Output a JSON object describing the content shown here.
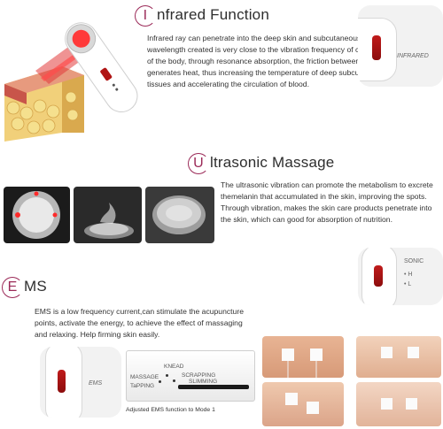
{
  "infrared": {
    "title_cap": "I",
    "title_rest": "nfrared Function",
    "text": "Infrared ray can penetrate into the deep skin and subcutaneous tissues. The wavelength created is very close to the vibration frequency of cell molecules of the body, through resonance absorption, the friction between molecules generates heat, thus increasing the temperature of deep subcutaneous tissues and accelerating the circulation of blood.",
    "device_label": "INFRARED"
  },
  "ultrasonic": {
    "title_cap": "U",
    "title_rest": "ltrasonic Massage",
    "text": "The ultrasonic vibration can promote the metabolism to excrete themelanin that accumulated in the skin, improving the spots. Through vibration, makes the skin care products penetrate into the skin, which can good for absorption of nutrition.",
    "device_label": "SONIC",
    "level_high": "H",
    "level_low": "L"
  },
  "ems": {
    "title_cap": "E",
    "title_rest": "MS",
    "text": "EMS is a low frequency current,can stimulate the acupuncture points, activate the energy, to achieve the effect of massaging and relaxing. Help firming skin easily.",
    "device_label": "EMS",
    "modes": {
      "massage": "MASSAGE",
      "tapping": "TaPPING",
      "knead": "KNEAD",
      "scrapping": "SCRAPPING",
      "slimming": "SLIMMING"
    },
    "caption": "Adjusted EMS function to Mode 1"
  },
  "colors": {
    "accent": "#9b2a58",
    "red_button": "#b01515",
    "panel": "#f2f2f2"
  }
}
